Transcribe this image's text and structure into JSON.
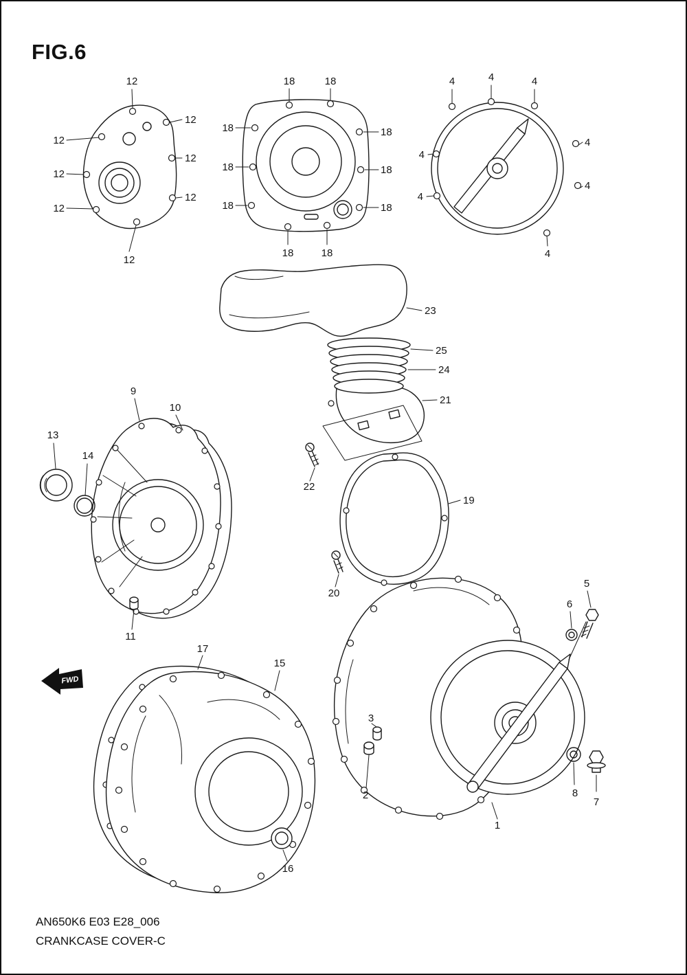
{
  "figure": {
    "title": "FIG.6",
    "code": "AN650K6 E03 E28_006",
    "caption": "CRANKCASE COVER-C",
    "fwd_label": "FWD"
  },
  "part_labels": {
    "1": "1",
    "2": "2",
    "3": "3",
    "4": "4",
    "5": "5",
    "6": "6",
    "7": "7",
    "8": "8",
    "9": "9",
    "10": "10",
    "11": "11",
    "12": "12",
    "13": "13",
    "14": "14",
    "15": "15",
    "16": "16",
    "17": "17",
    "18": "18",
    "19": "19",
    "20": "20",
    "21": "21",
    "22": "22",
    "23": "23",
    "24": "24",
    "25": "25"
  },
  "colors": {
    "line": "#1a1a1a",
    "background": "#ffffff"
  }
}
